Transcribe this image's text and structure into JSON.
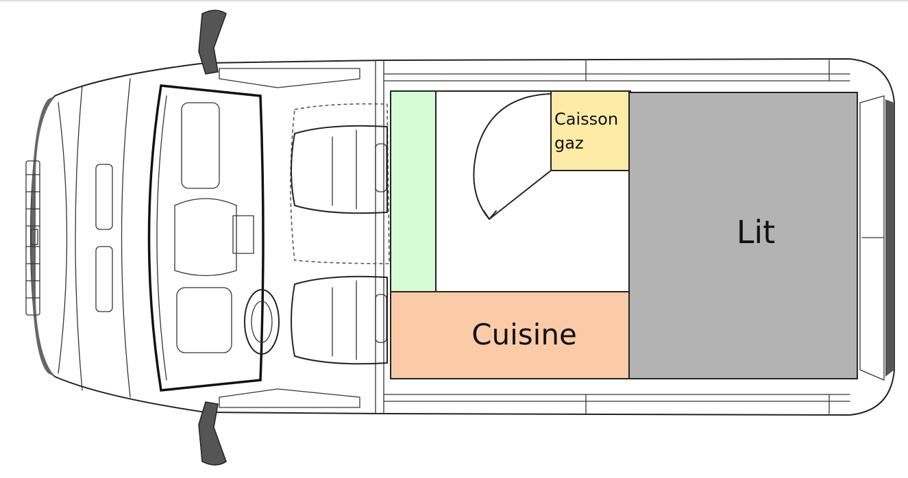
{
  "labels": {
    "gas_box_line1": "Caisson",
    "gas_box_line2": "gaz",
    "kitchen": "Cuisine",
    "bed": "Lit"
  },
  "colors": {
    "green_cabinet": "#d6fcd6",
    "gas_box": "#fdeba6",
    "kitchen": "#fbcba7",
    "bed": "#b3b3b3"
  }
}
